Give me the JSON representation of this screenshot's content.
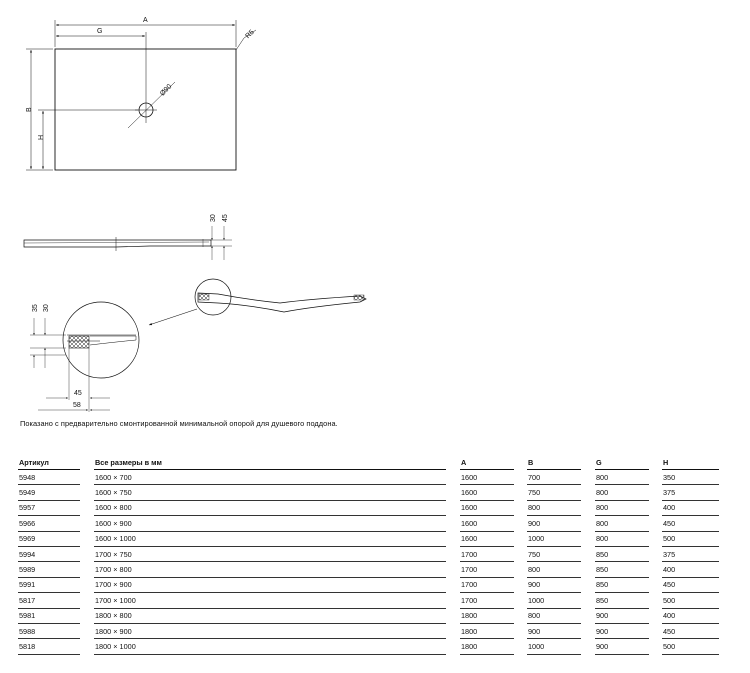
{
  "drawing": {
    "dims": {
      "A": "A",
      "G": "G",
      "R5": "R5",
      "D90": "Ø90",
      "B": "B",
      "H": "H",
      "v30": "30",
      "v45": "45",
      "d35": "35",
      "d30": "30",
      "d45": "45",
      "d58": "58"
    }
  },
  "caption": "Показано с предварительно смонтированной минимальной опорой для душевого поддона.",
  "table": {
    "headers": [
      "Артикул",
      "Все размеры в мм",
      "A",
      "B",
      "G",
      "H"
    ],
    "rows": [
      [
        "5948",
        "1600 × 700",
        "1600",
        "700",
        "800",
        "350"
      ],
      [
        "5949",
        "1600 × 750",
        "1600",
        "750",
        "800",
        "375"
      ],
      [
        "5957",
        "1600 × 800",
        "1600",
        "800",
        "800",
        "400"
      ],
      [
        "5966",
        "1600 × 900",
        "1600",
        "900",
        "800",
        "450"
      ],
      [
        "5969",
        "1600 × 1000",
        "1600",
        "1000",
        "800",
        "500"
      ],
      [
        "5994",
        "1700 × 750",
        "1700",
        "750",
        "850",
        "375"
      ],
      [
        "5989",
        "1700 × 800",
        "1700",
        "800",
        "850",
        "400"
      ],
      [
        "5991",
        "1700 × 900",
        "1700",
        "900",
        "850",
        "450"
      ],
      [
        "5817",
        "1700 × 1000",
        "1700",
        "1000",
        "850",
        "500"
      ],
      [
        "5981",
        "1800 × 800",
        "1800",
        "800",
        "900",
        "400"
      ],
      [
        "5988",
        "1800 × 900",
        "1800",
        "900",
        "900",
        "450"
      ],
      [
        "5818",
        "1800 × 1000",
        "1800",
        "1000",
        "900",
        "500"
      ]
    ]
  }
}
